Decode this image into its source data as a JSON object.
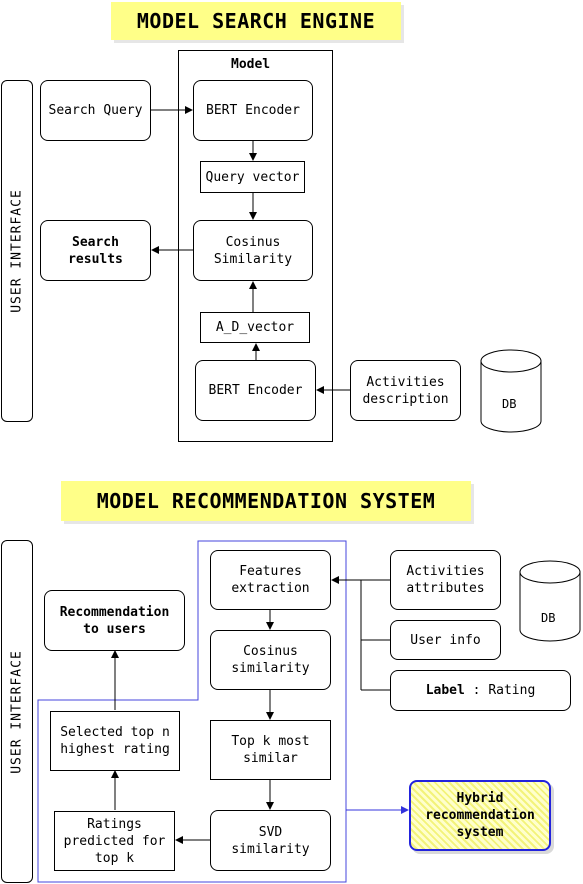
{
  "search": {
    "title": "MODEL SEARCH ENGINE",
    "ui_label": "USER INTERFACE",
    "model_label": "Model",
    "search_query": "Search Query",
    "bert_top": "BERT Encoder",
    "query_vector": "Query vector",
    "cosinus": "Cosinus\nSimilarity",
    "search_results": "Search\nresults",
    "ad_vector": "A_D_vector",
    "bert_bottom": "BERT Encoder",
    "activities_desc": "Activities\ndescription",
    "db": "DB"
  },
  "reco": {
    "title": "MODEL RECOMMENDATION SYSTEM",
    "ui_label": "USER INTERFACE",
    "features": "Features\nextraction",
    "activities_attr": "Activities\nattributes",
    "db": "DB",
    "user_info": "User info",
    "label_bold": "Label",
    "label_rest": " : Rating",
    "cosinus": "Cosinus\nsimilarity",
    "recommendation": "Recommendation\nto users",
    "top_k": "Top k most\nsimilar",
    "selected_top": "Selected top n\nhighest rating",
    "svd": "SVD\nsimilarity",
    "ratings_pred": "Ratings\npredicted for\ntop k",
    "hybrid": "Hybrid\nrecommendation\nsystem"
  },
  "colors": {
    "title_bg": "#ffff88",
    "hybrid_border": "#2222dd",
    "hybrid_fill": "#f3f37a",
    "blue_outline": "#4444dd"
  }
}
